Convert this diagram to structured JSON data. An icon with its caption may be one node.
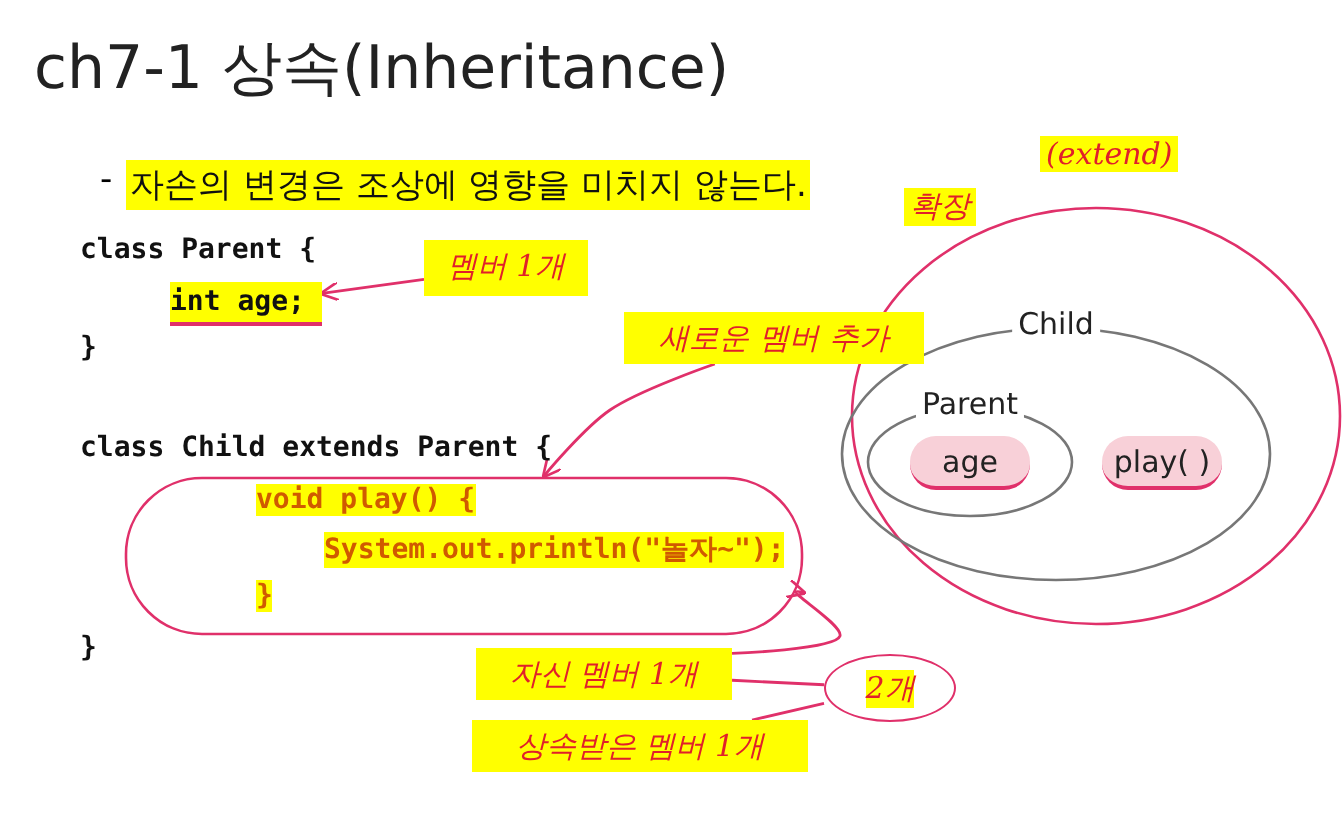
{
  "diagram": {
    "title": "ch7-1 상속(Inheritance)",
    "nodes": [
      {
        "text": [
          "Child"
        ]
      },
      {
        "text": [
          "Parent"
        ],
        "in": 0
      },
      {
        "text": [
          "age"
        ],
        "in": 1
      },
      {
        "text": [
          "play( )"
        ],
        "in": 0
      },
      {
        "text": [
          "int age;"
        ]
      },
      {
        "text": [
          "멤버 1개"
        ]
      },
      {
        "text": [
          "새로운 멤버 추가"
        ]
      },
      {
        "text": [
          "void play() {",
          "System.out.println(\"놀자~\");",
          "}"
        ]
      },
      {
        "text": [
          "자신 멤버 1개"
        ]
      },
      {
        "text": [
          "상속받은 멤버 1개"
        ]
      },
      {
        "text": [
          "2개"
        ]
      }
    ],
    "edges": [
      {
        "from": 5,
        "to": 4,
        "arrow": "to"
      },
      {
        "from": 6,
        "to": 7,
        "arrow": "to"
      },
      {
        "from": 8,
        "to": 7,
        "arrow": "to"
      },
      {
        "from": 8,
        "to": 10,
        "arrow": "none"
      },
      {
        "from": 9,
        "to": 10,
        "arrow": "none"
      }
    ],
    "labels": [
      "-",
      "자손의 변경은 조상에 영향을 미치지 않는다.",
      "class Parent {",
      "}",
      "class Child extends Parent {",
      "}",
      "확장",
      "(extend)"
    ]
  }
}
